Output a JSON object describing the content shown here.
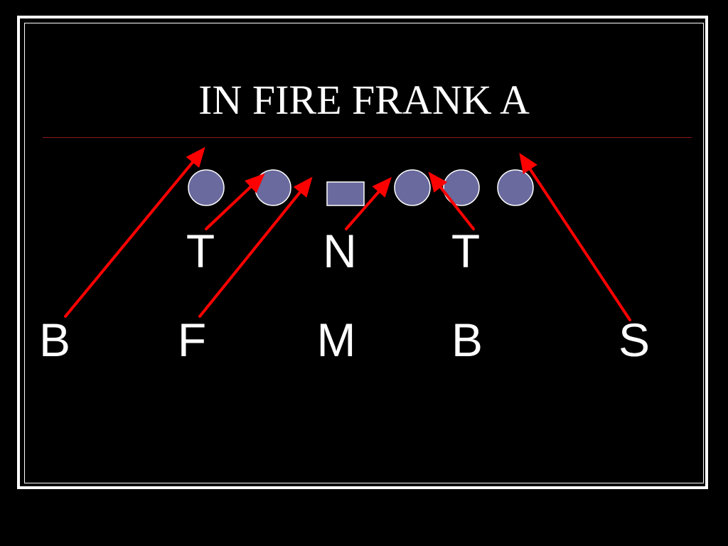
{
  "slide": {
    "title": "IN FIRE FRANK A"
  },
  "colors": {
    "background": "#000000",
    "frame": "#ffffff",
    "title_rule": "#8b1a1a",
    "offense_fill": "#6a6a9e",
    "offense_stroke": "#ffffff",
    "arrow": "#ff0000"
  },
  "offense": {
    "players": [
      {
        "id": "left-tackle",
        "shape": "circle"
      },
      {
        "id": "left-guard",
        "shape": "circle"
      },
      {
        "id": "center",
        "shape": "square"
      },
      {
        "id": "right-guard",
        "shape": "circle"
      },
      {
        "id": "right-tackle",
        "shape": "circle"
      },
      {
        "id": "tight-end",
        "shape": "circle"
      }
    ]
  },
  "defense": {
    "front": [
      {
        "label": "T"
      },
      {
        "label": "N"
      },
      {
        "label": "T"
      }
    ],
    "second_level": [
      {
        "label": "B"
      },
      {
        "label": "F"
      },
      {
        "label": "M"
      },
      {
        "label": "B"
      },
      {
        "label": "S"
      }
    ]
  }
}
